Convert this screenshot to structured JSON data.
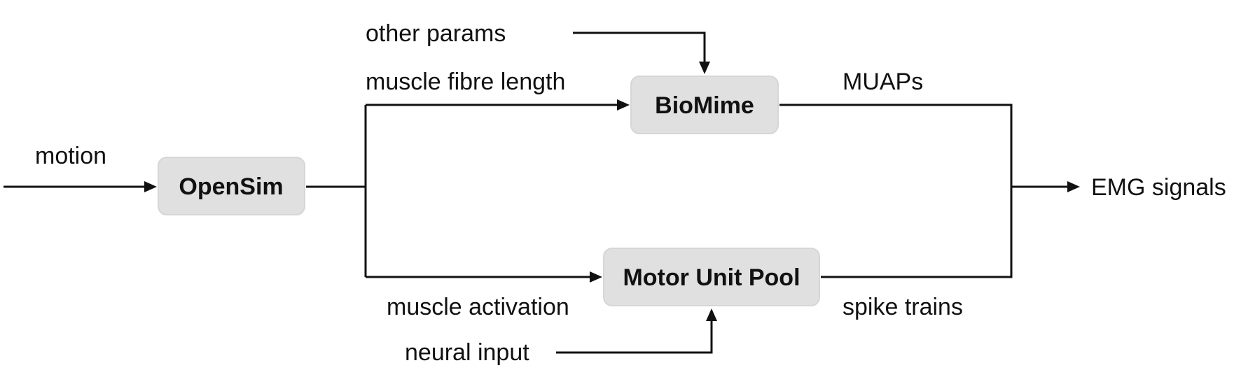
{
  "diagram": {
    "nodes": {
      "opensim": "OpenSim",
      "biomime": "BioMime",
      "motor_unit_pool": "Motor Unit Pool"
    },
    "edge_labels": {
      "motion": "motion",
      "other_params": "other params",
      "muscle_fibre_length": "muscle fibre length",
      "muaps": "MUAPs",
      "muscle_activation": "muscle activation",
      "spike_trains": "spike trains",
      "neural_input": "neural input",
      "emg_signals": "EMG signals"
    }
  }
}
